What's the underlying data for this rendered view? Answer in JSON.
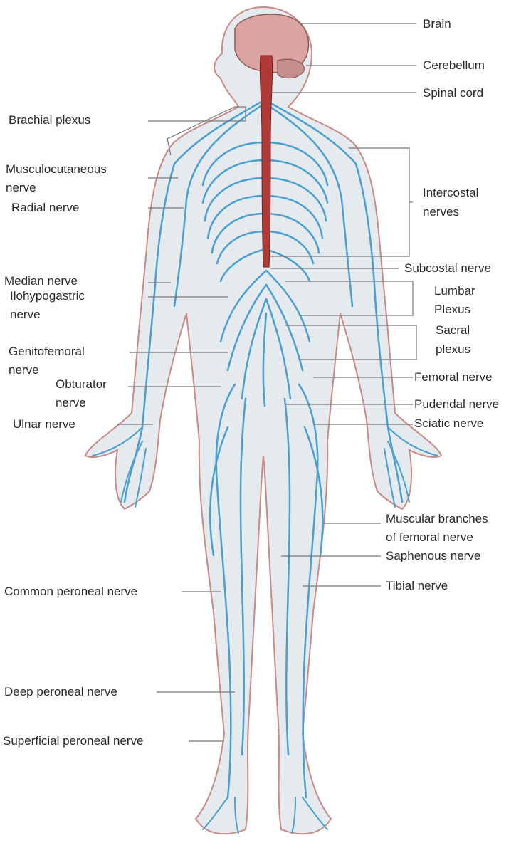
{
  "colors": {
    "nerve": "#4a9fd0",
    "nerve_dark": "#2f7fb8",
    "body_outline": "#c98a86",
    "body_fill": "#e4eaee",
    "spinal_cord": "#b23a36",
    "brain": "#d9a4a2",
    "leader_line": "#777777",
    "label_text": "#2a2a2a"
  },
  "labels": {
    "brain": "Brain",
    "cerebellum": "Cerebellum",
    "spinal_cord": "Spinal cord",
    "brachial_plexus": "Brachial plexus",
    "musculocutaneous_1": "Musculocutaneous",
    "musculocutaneous_2": "nerve",
    "radial": "Radial nerve",
    "intercostal_1": "Intercostal",
    "intercostal_2": "nerves",
    "subcostal": "Subcostal nerve",
    "median": "Median nerve",
    "iliohypogastric_1": "Ilohypogastric",
    "iliohypogastric_2": "nerve",
    "lumbar_1": "Lumbar",
    "lumbar_2": "Plexus",
    "genitofemoral_1": "Genitofemoral",
    "genitofemoral_2": "nerve",
    "sacral_1": "Sacral",
    "sacral_2": "plexus",
    "obturator_1": "Obturator",
    "obturator_2": "nerve",
    "femoral": "Femoral nerve",
    "pudendal": "Pudendal nerve",
    "ulnar": "Ulnar nerve",
    "sciatic": "Sciatic nerve",
    "muscular_1": "Muscular branches",
    "muscular_2": "of femoral nerve",
    "saphenous": "Saphenous nerve",
    "common_peroneal": "Common peroneal nerve",
    "tibial": "Tibial nerve",
    "deep_peroneal": "Deep peroneal nerve",
    "superficial_peroneal": "Superficial peroneal nerve"
  }
}
